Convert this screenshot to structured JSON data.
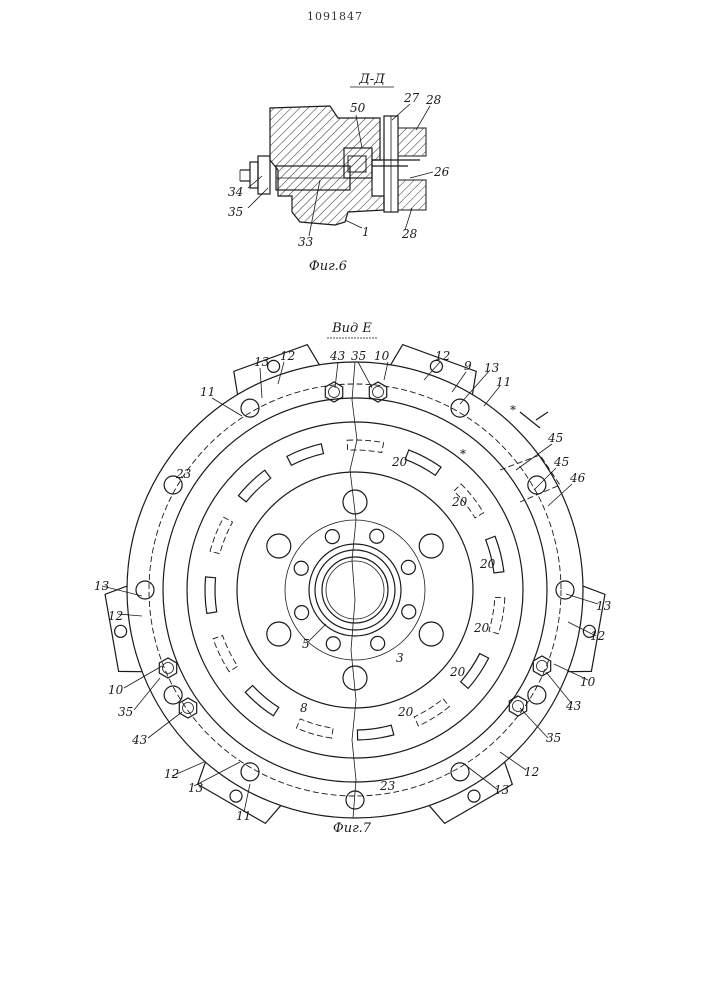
{
  "patent_number": "1091847",
  "fig6": {
    "section_title": "Д-Д",
    "caption": "Фиг.6",
    "labels": {
      "n50": "50",
      "n27": "27",
      "n28a": "28",
      "n26": "26",
      "n34": "34",
      "n35": "35",
      "n33": "33",
      "n1": "1",
      "n28b": "28"
    }
  },
  "fig7": {
    "view_title": "Вид Е",
    "caption": "Фиг.7",
    "labels": {
      "t13a": "13",
      "t12a": "12",
      "t43a": "43",
      "t35a": "35",
      "t10a": "10",
      "t12b": "12",
      "t9": "9",
      "t13b": "13",
      "t11a": "11",
      "t11b": "11",
      "t23a": "23",
      "t20a": "20",
      "t20b": "20",
      "t20c": "20",
      "t20d": "20",
      "t20e": "20",
      "t20f": "20",
      "t45a": "45",
      "t45b": "45",
      "t46": "46",
      "star1": "*",
      "star2": "*",
      "t13c": "13",
      "t12c": "12",
      "t10b": "10",
      "t35b": "35",
      "t43b": "43",
      "t13d": "13",
      "t12d": "12",
      "t10c": "10",
      "t43c": "43",
      "t35c": "35",
      "t5": "5",
      "t3": "3",
      "t8": "8",
      "t12e": "12",
      "t13e": "13",
      "t11c": "11",
      "t23b": "23",
      "t13f": "13",
      "t12f": "12"
    }
  }
}
